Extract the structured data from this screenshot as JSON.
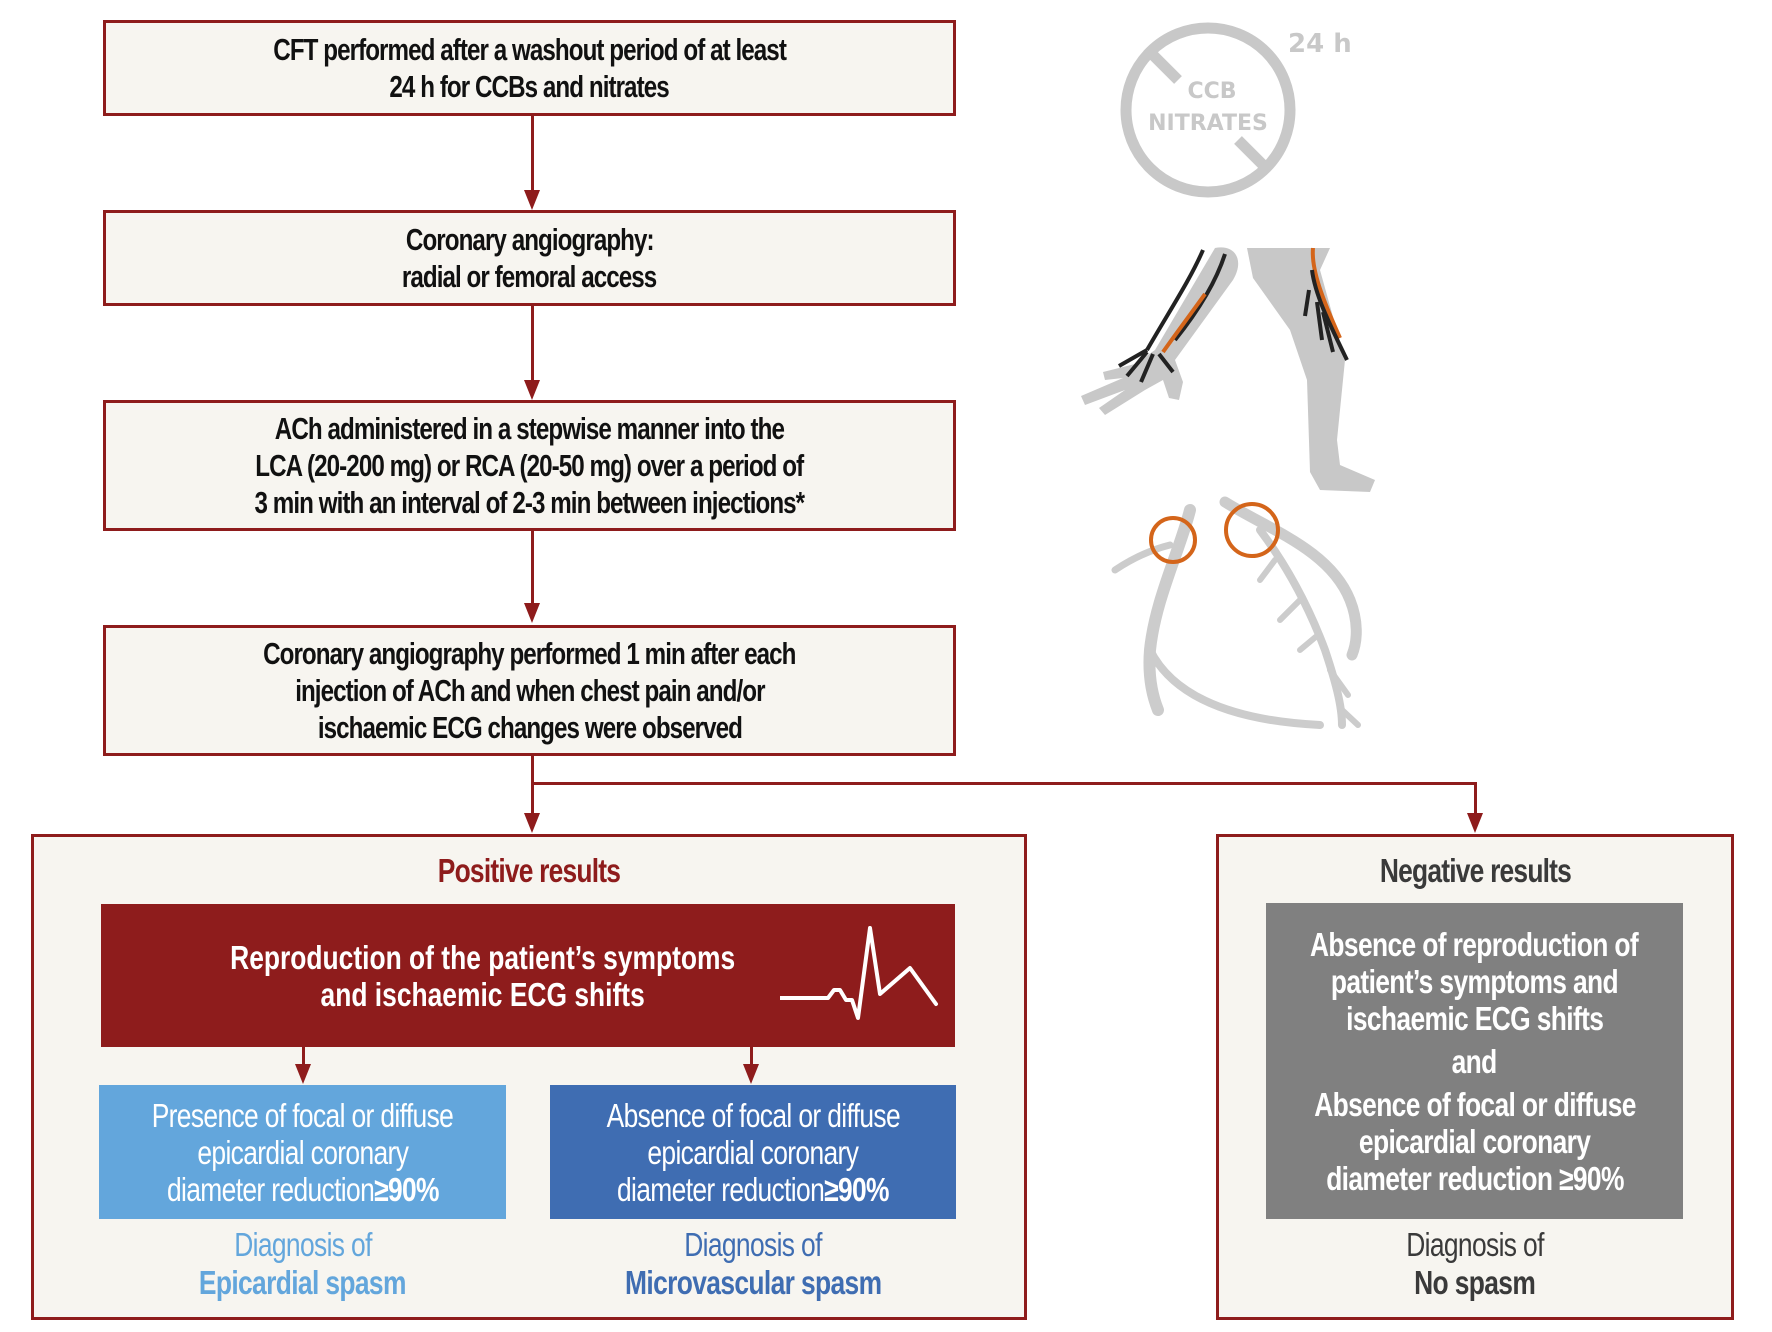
{
  "colors": {
    "accent_red": "#8e1c1c",
    "box_bg": "#f7f5f0",
    "epicardial_blue": "#63a6dc",
    "microvascular_blue": "#3f6db2",
    "negative_gray": "#808080",
    "negative_heading": "#3a3a3a",
    "illustration_gray": "#c8c8c8",
    "illustration_orange": "#d4651a"
  },
  "steps": [
    {
      "lines": [
        "CFT performed after a washout period of at least",
        "24 h for CCBs and nitrates"
      ]
    },
    {
      "lines": [
        "Coronary angiography:",
        "radial or femoral access"
      ]
    },
    {
      "lines": [
        "ACh administered in a stepwise manner into the",
        "LCA (20-200 mg) or RCA (20-50 mg) over a period of",
        "3 min with an interval of 2-3 min between injections*"
      ]
    },
    {
      "lines": [
        "Coronary angiography performed 1 min after each",
        "injection of ACh and when chest pain and/or",
        "ischaemic ECG changes were observed"
      ]
    }
  ],
  "positive": {
    "heading": "Positive results",
    "criterion_lines": [
      "Reproduction of the patient’s symptoms",
      "and ischaemic ECG shifts"
    ],
    "ecg_icon": "ecg-trace-icon",
    "branches": [
      {
        "condition_lines": [
          "Presence of focal or diffuse",
          "epicardial coronary"
        ],
        "condition_last_prefix": "diameter reduction ",
        "condition_last_bold": "≥90%",
        "diagnosis_prefix": "Diagnosis of",
        "diagnosis": "Epicardial spasm"
      },
      {
        "condition_lines": [
          "Absence of focal or diffuse",
          "epicardial coronary"
        ],
        "condition_last_prefix": "diameter reduction ",
        "condition_last_bold": "≥90%",
        "diagnosis_prefix": "Diagnosis of",
        "diagnosis": "Microvascular spasm"
      }
    ]
  },
  "negative": {
    "heading": "Negative results",
    "criterion_lines_a": [
      "Absence of reproduction of",
      "patient’s symptoms and",
      "ischaemic ECG shifts"
    ],
    "conjunction": "and",
    "criterion_lines_b": [
      "Absence of focal or diffuse",
      "epicardial coronary",
      "diameter reduction ≥90%"
    ],
    "diagnosis_prefix": "Diagnosis of",
    "diagnosis": "No spasm"
  },
  "illustrations": {
    "washout_icon": {
      "name": "no-drug-icon",
      "labels": [
        "CCB",
        "NITRATES"
      ],
      "duration": "24 h"
    },
    "access_icon": {
      "name": "radial-femoral-access-icon"
    },
    "coronary_icon": {
      "name": "coronary-arteries-icon"
    }
  }
}
